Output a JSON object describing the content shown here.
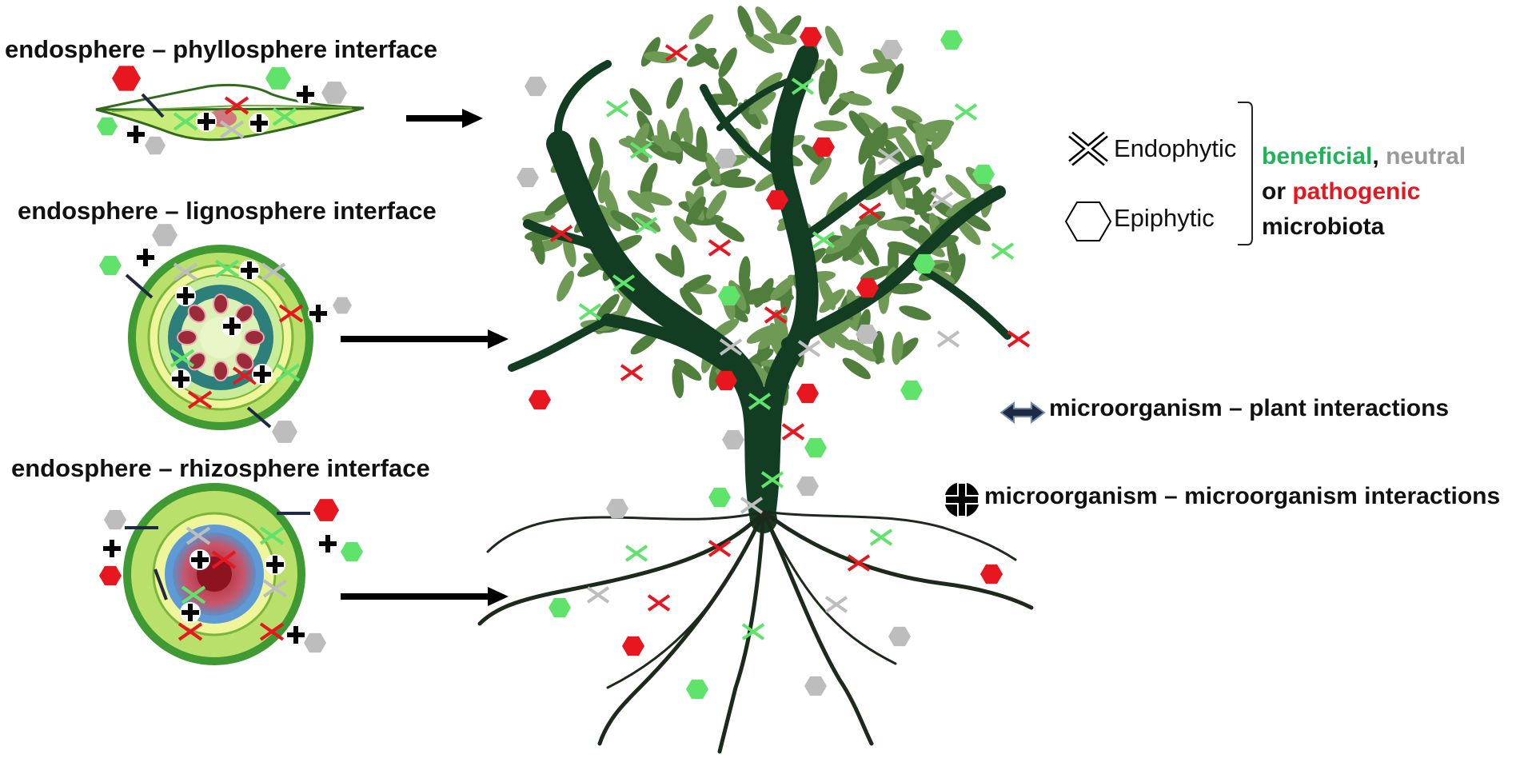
{
  "panels": {
    "phyllo": "endosphere – phyllosphere interface",
    "ligno": "endosphere – lignosphere interface",
    "rhizo": "endosphere – rhizosphere interface"
  },
  "legend": {
    "endophytic": "Endophytic",
    "epiphytic": "Epiphytic",
    "beneficial": "beneficial",
    "comma": ",",
    "neutral": "neutral",
    "or": "or",
    "pathogenic": "pathogenic",
    "microbiota": "microbiota"
  },
  "interactions": {
    "plant": "microorganism – plant interactions",
    "micro": "microorganism – microorganism interactions"
  },
  "colors": {
    "beneficial": "#5fe36b",
    "beneficial_text": "#1fb35a",
    "neutral": "#bdbdbd",
    "neutral_text": "#9a9a9a",
    "pathogenic": "#e8161e",
    "pathogenic_text": "#e8161e",
    "tree": "#123d22",
    "leaf": "#6f9a56",
    "arrow": "#1e2a44"
  }
}
